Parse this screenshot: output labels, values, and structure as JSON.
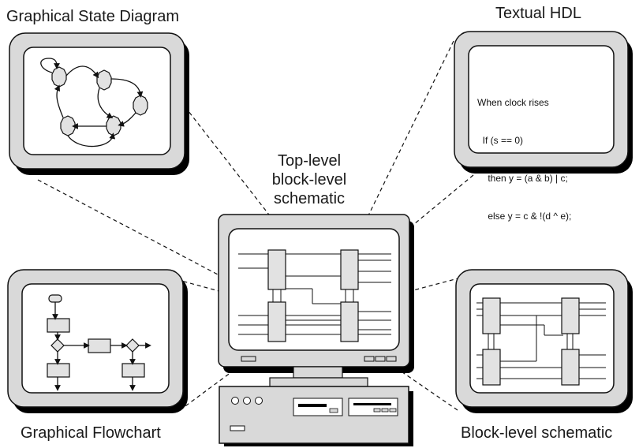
{
  "labels": {
    "state_diagram": "Graphical State Diagram",
    "textual_hdl": "Textual HDL",
    "top_level_line1": "Top-level",
    "top_level_line2": "block-level",
    "top_level_line3": "schematic",
    "flowchart": "Graphical Flowchart",
    "block_schematic": "Block-level schematic"
  },
  "hdl_code": {
    "line1": "When clock rises",
    "line2": "  If (s == 0)",
    "line3": "    then y = (a & b) | c;",
    "line4": "    else y = c & !(d ^ e);"
  },
  "colors": {
    "screen_frame": "#d9d9d9",
    "shadow": "#000000",
    "block_fill": "#e6e6e6",
    "line": "#111111"
  }
}
